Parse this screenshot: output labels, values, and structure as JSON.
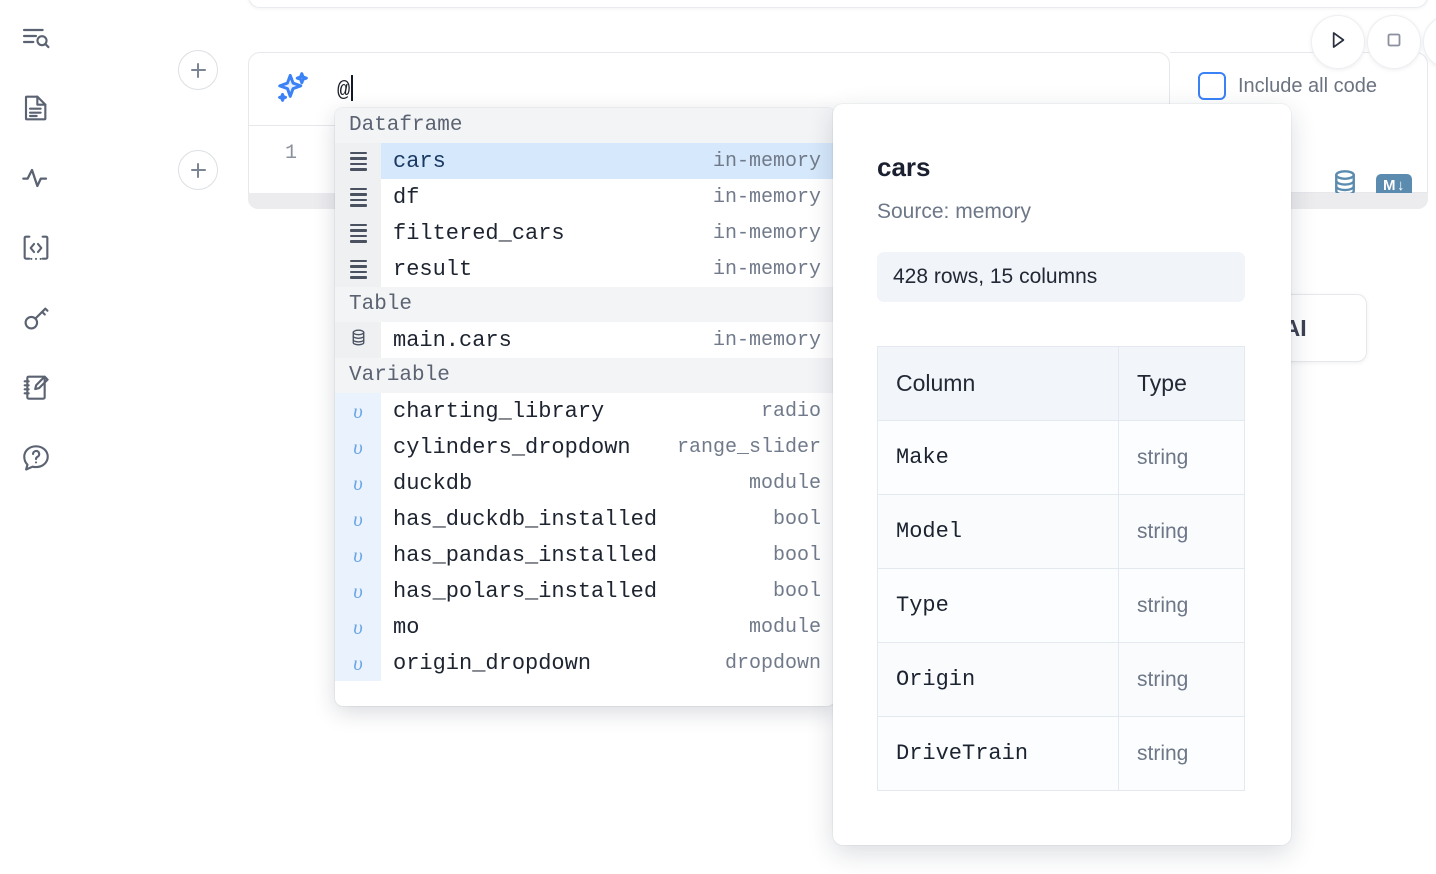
{
  "sidebar": {
    "items": [
      {
        "icon": "search-outline-icon",
        "name": "explore"
      },
      {
        "icon": "file-text-icon",
        "name": "notebook-files"
      },
      {
        "icon": "activity-pulse-icon",
        "name": "variables"
      },
      {
        "icon": "code-brackets-icon",
        "name": "snippets"
      },
      {
        "icon": "key-icon",
        "name": "secrets"
      },
      {
        "icon": "notebook-pencil-icon",
        "name": "scratchpad"
      },
      {
        "icon": "question-chat-icon",
        "name": "help"
      }
    ]
  },
  "toolbar": {
    "run_icon": "play-triangle-icon",
    "stop_icon": "stop-square-icon",
    "include_all_code_label": "Include all code",
    "include_all_code_checked": false,
    "database_icon": "database-cylinder-icon",
    "markdown_badge": "M",
    "markdown_arrow": "↓",
    "add_cell_icon": "plus-icon"
  },
  "ai_cell": {
    "sparkle_icon": "ai-sparkle-icon",
    "input_value": "@",
    "line_number": "1",
    "ghost_button_label": "h AI"
  },
  "autocomplete": {
    "groups": [
      {
        "label": "Dataframe",
        "items": [
          {
            "name": "cars",
            "meta": "in-memory",
            "kind": "dataframe",
            "selected": true
          },
          {
            "name": "df",
            "meta": "in-memory",
            "kind": "dataframe",
            "selected": false
          },
          {
            "name": "filtered_cars",
            "meta": "in-memory",
            "kind": "dataframe",
            "selected": false
          },
          {
            "name": "result",
            "meta": "in-memory",
            "kind": "dataframe",
            "selected": false
          }
        ]
      },
      {
        "label": "Table",
        "items": [
          {
            "name": "main.cars",
            "meta": "in-memory",
            "kind": "table",
            "selected": false
          }
        ]
      },
      {
        "label": "Variable",
        "items": [
          {
            "name": "charting_library",
            "meta": "radio",
            "kind": "variable",
            "selected": false
          },
          {
            "name": "cylinders_dropdown",
            "meta": "range_slider",
            "kind": "variable",
            "selected": false
          },
          {
            "name": "duckdb",
            "meta": "module",
            "kind": "variable",
            "selected": false
          },
          {
            "name": "has_duckdb_installed",
            "meta": "bool",
            "kind": "variable",
            "selected": false
          },
          {
            "name": "has_pandas_installed",
            "meta": "bool",
            "kind": "variable",
            "selected": false
          },
          {
            "name": "has_polars_installed",
            "meta": "bool",
            "kind": "variable",
            "selected": false
          },
          {
            "name": "mo",
            "meta": "module",
            "kind": "variable",
            "selected": false
          },
          {
            "name": "origin_dropdown",
            "meta": "dropdown",
            "kind": "variable",
            "selected": false
          }
        ]
      }
    ]
  },
  "preview": {
    "title": "cars",
    "source": "Source: memory",
    "shape": "428 rows, 15 columns",
    "table": {
      "headers": [
        "Column",
        "Type"
      ],
      "rows": [
        {
          "column": "Make",
          "type": "string"
        },
        {
          "column": "Model",
          "type": "string"
        },
        {
          "column": "Type",
          "type": "string"
        },
        {
          "column": "Origin",
          "type": "string"
        },
        {
          "column": "DriveTrain",
          "type": "string"
        }
      ]
    }
  },
  "colors": {
    "accent_blue": "#3b82f6",
    "selection_blue": "#d6e8fb",
    "icon_gray": "#5b6372",
    "tool_blue": "#5b8cb0"
  }
}
